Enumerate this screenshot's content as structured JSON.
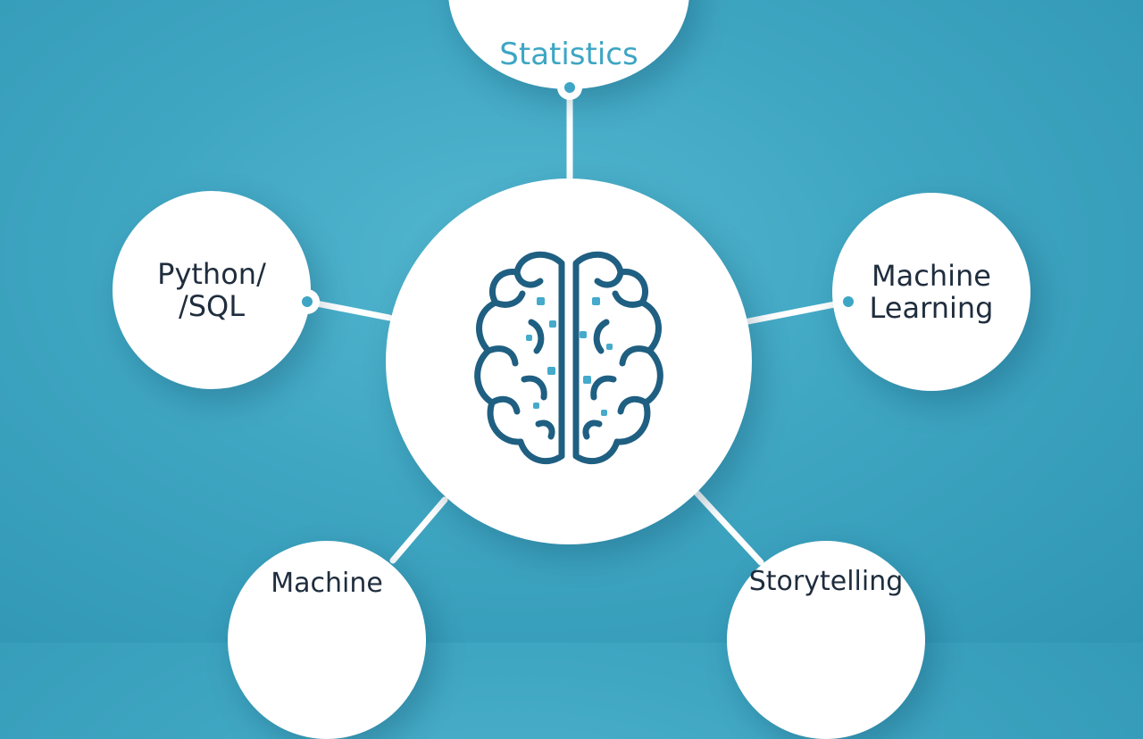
{
  "diagram": {
    "center": {
      "icon": "brain-icon"
    },
    "nodes": [
      {
        "id": "statistics",
        "label": "Statistics"
      },
      {
        "id": "python-sql",
        "label": "Python/\n/SQL"
      },
      {
        "id": "machine-learning-right",
        "label": "Machine\nLearning"
      },
      {
        "id": "machine-learning-bottom",
        "label": "Machine"
      },
      {
        "id": "storytelling",
        "label": "Storytelling"
      }
    ]
  },
  "colors": {
    "background": "#3fa6c2",
    "node_fill": "#ffffff",
    "connector": "#ffffff",
    "accent": "#3ea6c4",
    "brain_outline": "#1f5f82",
    "brain_accent": "#45aacb",
    "text": "#1f2d3d"
  }
}
